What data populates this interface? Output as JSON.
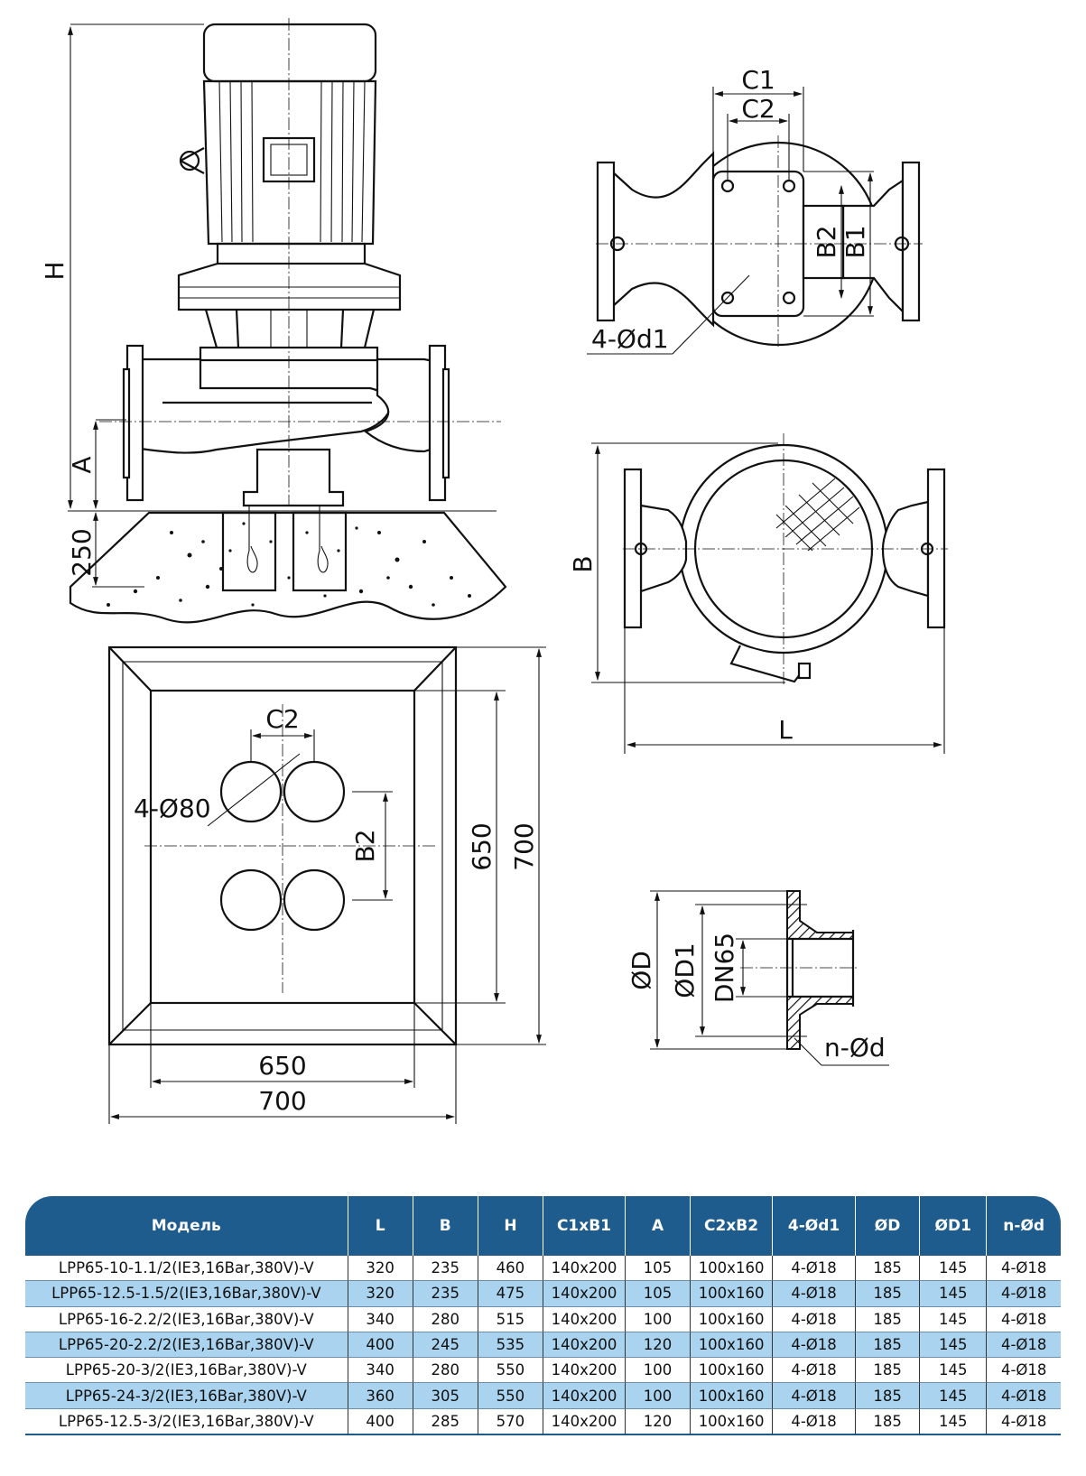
{
  "drawing_labels": {
    "H": "H",
    "A": "A",
    "h250": "250",
    "C1": "C1",
    "C2": "C2",
    "B1": "B1",
    "B2": "B2",
    "d1": "4-Ød1",
    "B": "B",
    "L": "L",
    "base_c2": "C2",
    "base_holes": "4-Ø80",
    "base_b2": "B2",
    "base_650v": "650",
    "base_700v": "700",
    "base_650h": "650",
    "base_700h": "700",
    "flange_D": "ØD",
    "flange_D1": "ØD1",
    "flange_DN": "DN65",
    "flange_nd": "n-Ød"
  },
  "table": {
    "headers": [
      "Модель",
      "L",
      "B",
      "H",
      "C1xB1",
      "A",
      "C2xB2",
      "4-Ød1",
      "ØD",
      "ØD1",
      "n-Ød"
    ],
    "rows": [
      [
        "LPP65-10-1.1/2(IE3,16Bar,380V)-V",
        "320",
        "235",
        "460",
        "140x200",
        "105",
        "100x160",
        "4-Ø18",
        "185",
        "145",
        "4-Ø18"
      ],
      [
        "LPP65-12.5-1.5/2(IE3,16Bar,380V)-V",
        "320",
        "235",
        "475",
        "140x200",
        "105",
        "100x160",
        "4-Ø18",
        "185",
        "145",
        "4-Ø18"
      ],
      [
        "LPP65-16-2.2/2(IE3,16Bar,380V)-V",
        "340",
        "280",
        "515",
        "140x200",
        "100",
        "100x160",
        "4-Ø18",
        "185",
        "145",
        "4-Ø18"
      ],
      [
        "LPP65-20-2.2/2(IE3,16Bar,380V)-V",
        "400",
        "245",
        "535",
        "140x200",
        "120",
        "100x160",
        "4-Ø18",
        "185",
        "145",
        "4-Ø18"
      ],
      [
        "LPP65-20-3/2(IE3,16Bar,380V)-V",
        "340",
        "280",
        "550",
        "140x200",
        "100",
        "100x160",
        "4-Ø18",
        "185",
        "145",
        "4-Ø18"
      ],
      [
        "LPP65-24-3/2(IE3,16Bar,380V)-V",
        "360",
        "305",
        "550",
        "140x200",
        "100",
        "100x160",
        "4-Ø18",
        "185",
        "145",
        "4-Ø18"
      ],
      [
        "LPP65-12.5-3/2(IE3,16Bar,380V)-V",
        "400",
        "285",
        "570",
        "140x200",
        "120",
        "100x160",
        "4-Ø18",
        "185",
        "145",
        "4-Ø18"
      ]
    ]
  }
}
